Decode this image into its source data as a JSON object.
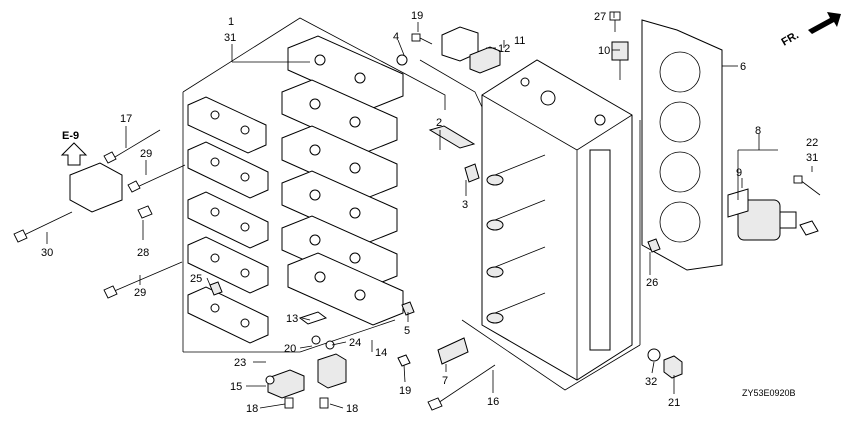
{
  "diagram": {
    "code": "ZY53E0920B",
    "ref_label": "E-9",
    "direction_label": "FR.",
    "callouts": [
      "1",
      "31",
      "19",
      "4",
      "27",
      "10",
      "6",
      "11",
      "12",
      "17",
      "29",
      "2",
      "3",
      "8",
      "9",
      "22",
      "31",
      "30",
      "28",
      "29",
      "25",
      "5",
      "26",
      "13",
      "20",
      "24",
      "14",
      "23",
      "15",
      "18",
      "18",
      "19",
      "7",
      "16",
      "32",
      "21"
    ]
  },
  "colors": {
    "line": "#000000",
    "background": "#ffffff",
    "part_fill": "#eaeaea"
  }
}
